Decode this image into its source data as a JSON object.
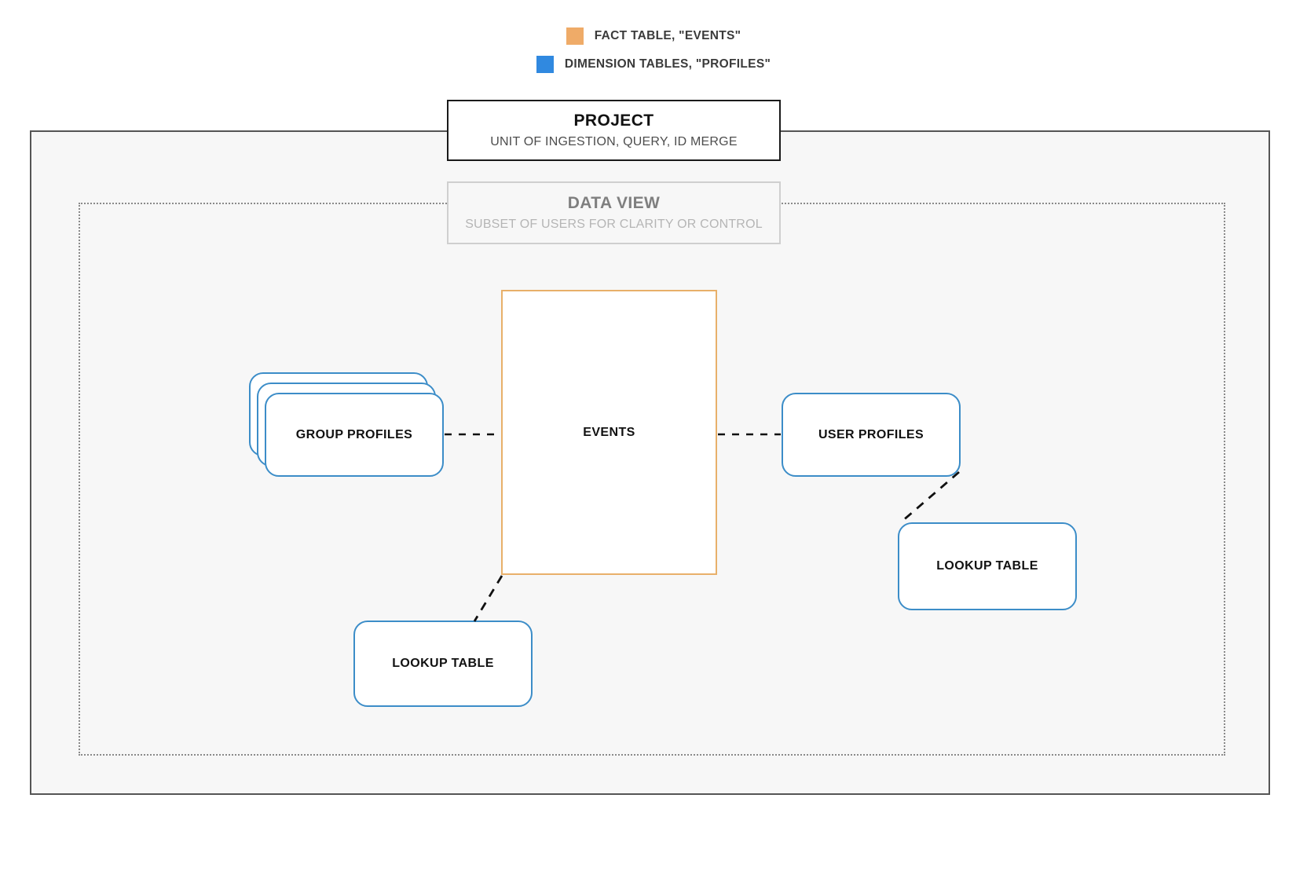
{
  "legend": {
    "items": [
      {
        "label": "FACT TABLE, \"EVENTS\"",
        "color": "#efab68",
        "icon": "square-swatch-icon"
      },
      {
        "label": "DIMENSION TABLES, \"PROFILES\"",
        "color": "#3089e0",
        "icon": "square-swatch-icon"
      }
    ]
  },
  "project": {
    "title": "PROJECT",
    "subtitle": "UNIT OF INGESTION, QUERY, ID MERGE",
    "border_color": "#1a1a1a",
    "fill_color": "#f7f7f7"
  },
  "data_view": {
    "title": "DATA VIEW",
    "subtitle": "SUBSET OF USERS FOR CLARITY OR CONTROL",
    "border_color": "#cfcfcf"
  },
  "nodes": {
    "events": {
      "label": "EVENTS",
      "type": "fact-table",
      "color": "#e8b06a"
    },
    "group_profiles": {
      "label": "GROUP PROFILES",
      "type": "dimension-table-stack",
      "color": "#3c8dc8",
      "stack_count": 3
    },
    "user_profiles": {
      "label": "USER PROFILES",
      "type": "dimension-table",
      "color": "#3c8dc8"
    },
    "lookup_table_left": {
      "label": "LOOKUP TABLE",
      "type": "dimension-table",
      "color": "#3c8dc8"
    },
    "lookup_table_right": {
      "label": "LOOKUP TABLE",
      "type": "dimension-table",
      "color": "#3c8dc8"
    }
  },
  "edges": [
    {
      "from": "group_profiles",
      "to": "events",
      "style": "dashed"
    },
    {
      "from": "events",
      "to": "user_profiles",
      "style": "dashed"
    },
    {
      "from": "user_profiles",
      "to": "lookup_table_right",
      "style": "dashed"
    },
    {
      "from": "events",
      "to": "lookup_table_left",
      "style": "dashed"
    }
  ]
}
